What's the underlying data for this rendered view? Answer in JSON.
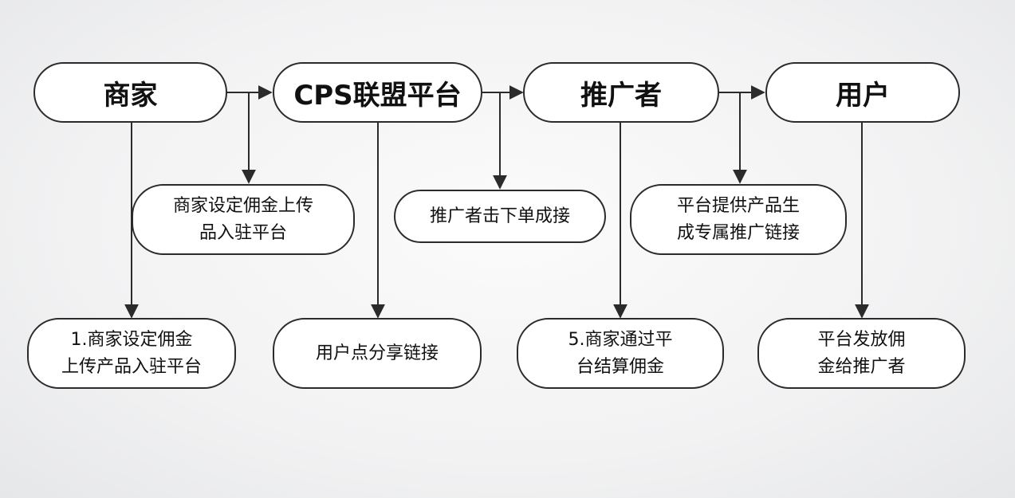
{
  "actors": {
    "merchant": "商家",
    "cps_platform": "CPS联盟平台",
    "promoter": "推广者",
    "user": "用户"
  },
  "steps": {
    "merchant_to_platform": "商家设定佣金上传\n品入驻平台",
    "platform_to_promoter": "推广者击下单成接",
    "promoter_to_user": "平台提供产品生\n成专属推广链接",
    "merchant_bottom": "1.商家设定佣金\n上传产品入驻平台",
    "platform_bottom": "用户点分享链接",
    "promoter_bottom": "5.商家通过平\n台结算佣金",
    "user_bottom": "平台发放佣\n金给推广者"
  },
  "colors": {
    "line": "#2b2b2b",
    "node_fill": "#ffffff"
  }
}
